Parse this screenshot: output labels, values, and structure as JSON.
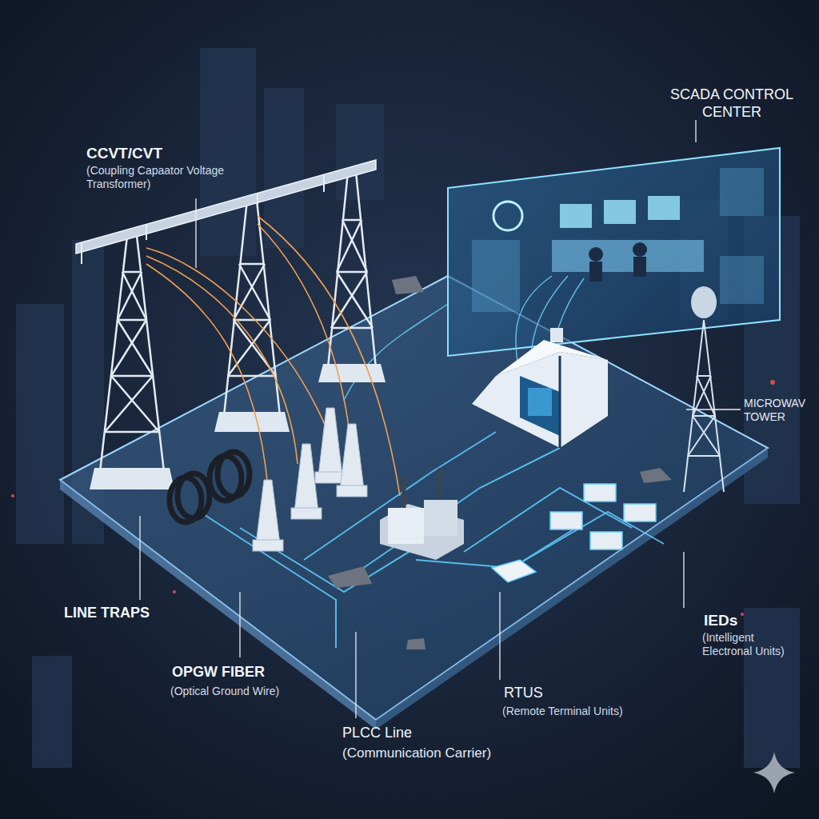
{
  "diagram": {
    "labels": [
      "CCVT/CVT",
      "(Coupling Capaator Voltage Transformer)",
      "SCADA CONTROL CENTER",
      "MICROWAV TOWER",
      "LINE TRAPS",
      "OPGW FIBER",
      "(Optical Ground Wire)",
      "PLCC Line",
      "(Communication Carrier)",
      "RTUS",
      "(Remote Terminal Units)",
      "IEDs",
      "(Intelligent Electronal Units)"
    ]
  }
}
